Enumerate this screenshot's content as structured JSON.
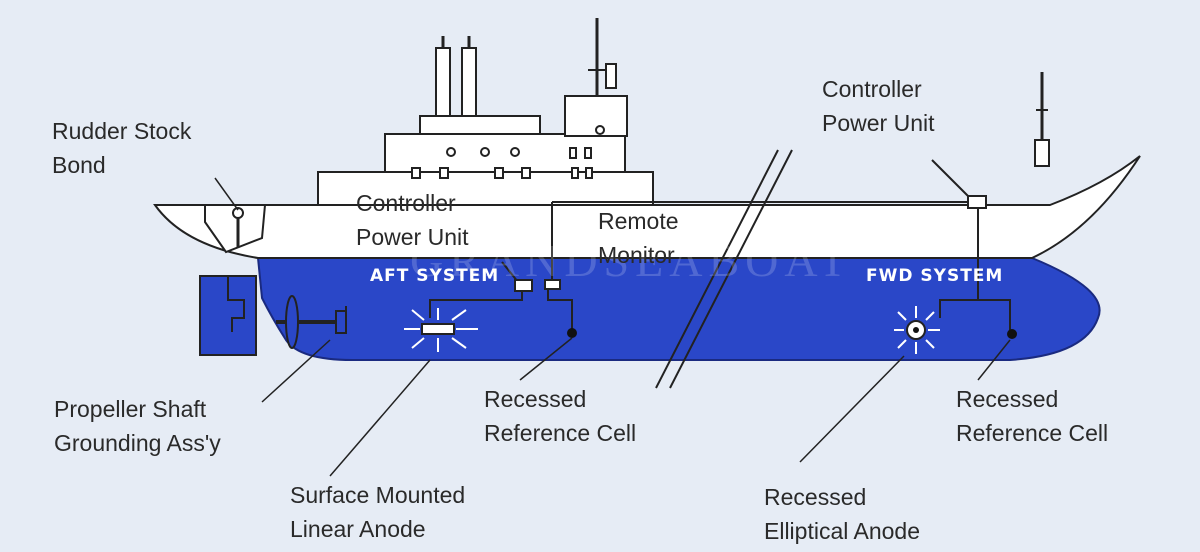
{
  "labels": {
    "rudder_stock_bond": [
      "Rudder Stock",
      "Bond"
    ],
    "controller_power_unit_aft": [
      "Controller",
      "Power Unit"
    ],
    "remote_monitor": [
      "Remote",
      "Monitor"
    ],
    "controller_power_unit_fwd": [
      "Controller",
      "Power Unit"
    ],
    "propeller_shaft_grounding": [
      "Propeller Shaft",
      "Grounding Ass'y"
    ],
    "recessed_reference_cell_aft": [
      "Recessed",
      "Reference Cell"
    ],
    "recessed_reference_cell_fwd": [
      "Recessed",
      "Reference Cell"
    ],
    "surface_mounted_linear_anode": [
      "Surface Mounted",
      "Linear Anode"
    ],
    "recessed_elliptical_anode": [
      "Recessed",
      "Elliptical Anode"
    ]
  },
  "systems": {
    "aft": "AFT SYSTEM",
    "fwd": "FWD SYSTEM"
  },
  "watermark": "GRANDSEABOAT",
  "colors": {
    "background": "#e6ecf5",
    "hull_below_waterline": "#2a47c8",
    "superstructure": "#ffffff",
    "outline": "#222222"
  }
}
